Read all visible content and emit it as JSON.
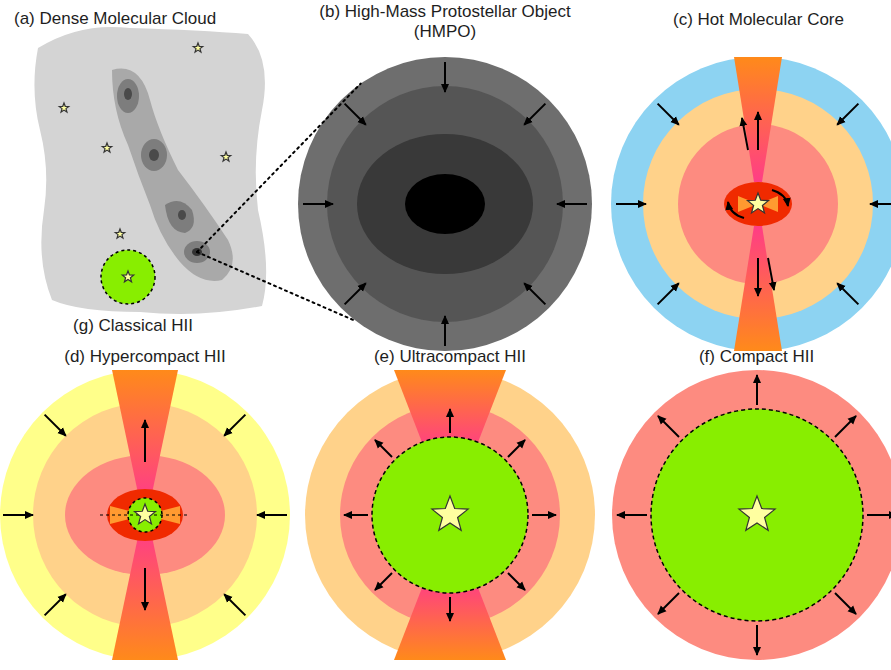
{
  "diagram": {
    "nodes": [
      {
        "text": [
          "(a) Dense Molecular Cloud"
        ]
      },
      {
        "text": [
          "(g) Classical HII"
        ],
        "in": 0
      },
      {
        "text": [
          "(b) High-Mass Protostellar Object (HMPO)"
        ]
      },
      {
        "text": [
          "(c) Hot Molecular Core"
        ]
      },
      {
        "text": [
          "(d) Hypercompact HII"
        ]
      },
      {
        "text": [
          "(e) Ultracompact HII"
        ]
      },
      {
        "text": [
          "(f) Compact HII"
        ]
      }
    ],
    "edges": [
      {
        "from": 0,
        "to": 2,
        "arrow": "none"
      },
      {
        "from": 0,
        "to": 2,
        "arrow": "none"
      }
    ]
  }
}
